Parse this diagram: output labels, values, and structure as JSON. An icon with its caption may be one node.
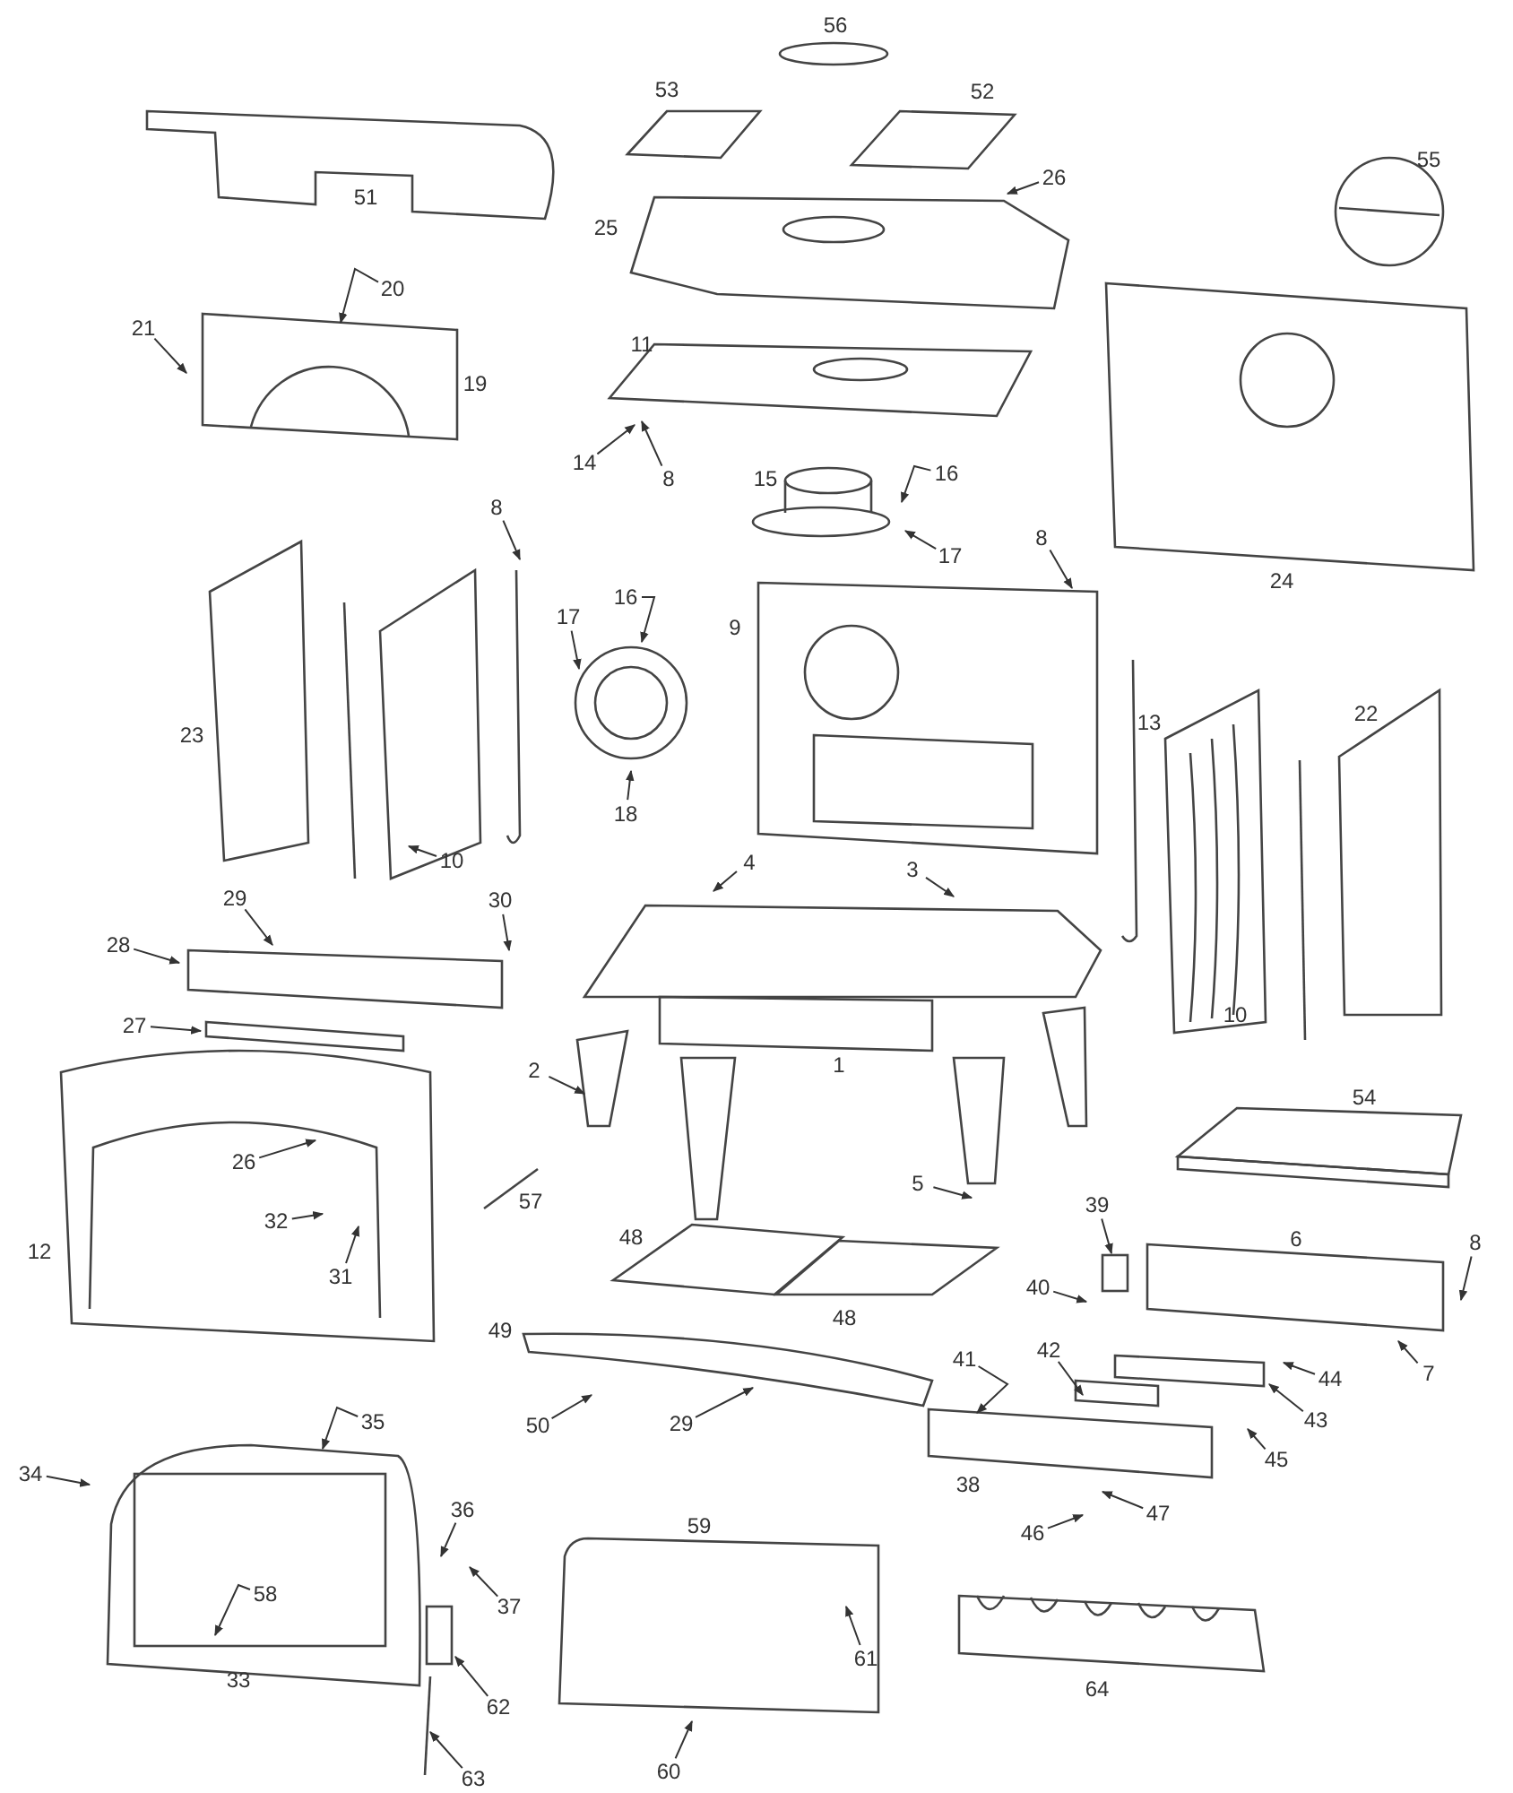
{
  "diagram": {
    "nodes": [
      {
        "text": [
          "26"
        ]
      },
      {
        "text": [
          "20"
        ]
      },
      {
        "text": [
          "21"
        ]
      },
      {
        "text": [
          "14"
        ]
      },
      {
        "text": [
          "16"
        ]
      },
      {
        "text": [
          "8"
        ]
      },
      {
        "text": [
          "8"
        ]
      },
      {
        "text": [
          "8"
        ]
      },
      {
        "text": [
          "17"
        ]
      },
      {
        "text": [
          "16"
        ]
      },
      {
        "text": [
          "17"
        ]
      },
      {
        "text": [
          "18"
        ]
      },
      {
        "text": [
          "10"
        ]
      },
      {
        "text": [
          "4"
        ]
      },
      {
        "text": [
          "3"
        ]
      },
      {
        "text": [
          "29"
        ]
      },
      {
        "text": [
          "30"
        ]
      },
      {
        "text": [
          "28"
        ]
      },
      {
        "text": [
          "27"
        ]
      },
      {
        "text": [
          "2"
        ]
      },
      {
        "text": [
          "26"
        ]
      },
      {
        "text": [
          "5"
        ]
      },
      {
        "text": [
          "39"
        ]
      },
      {
        "text": [
          "32"
        ]
      },
      {
        "text": [
          "8"
        ]
      },
      {
        "text": [
          "31"
        ]
      },
      {
        "text": [
          "40"
        ]
      },
      {
        "text": [
          "42"
        ]
      },
      {
        "text": [
          "41"
        ]
      },
      {
        "text": [
          "7"
        ]
      },
      {
        "text": [
          "44"
        ]
      },
      {
        "text": [
          "43"
        ]
      },
      {
        "text": [
          "29"
        ]
      },
      {
        "text": [
          "50"
        ]
      },
      {
        "text": [
          "35"
        ]
      },
      {
        "text": [
          "45"
        ]
      },
      {
        "text": [
          "34"
        ]
      },
      {
        "text": [
          "36"
        ]
      },
      {
        "text": [
          "47"
        ]
      },
      {
        "text": [
          "46"
        ]
      },
      {
        "text": [
          "58"
        ]
      },
      {
        "text": [
          "37"
        ]
      },
      {
        "text": [
          "61"
        ]
      },
      {
        "text": [
          "62"
        ]
      },
      {
        "text": [
          "63"
        ]
      },
      {
        "text": [
          "60"
        ]
      }
    ],
    "edges": [
      {
        "from": 0,
        "to": null,
        "arrow": "to"
      },
      {
        "from": 1,
        "to": null,
        "arrow": "to"
      },
      {
        "from": 2,
        "to": null,
        "arrow": "to"
      },
      {
        "from": 3,
        "to": null,
        "arrow": "to"
      },
      {
        "from": 4,
        "to": null,
        "arrow": "to"
      },
      {
        "from": 5,
        "to": null,
        "arrow": "to"
      },
      {
        "from": 6,
        "to": null,
        "arrow": "to"
      },
      {
        "from": 7,
        "to": null,
        "arrow": "to"
      },
      {
        "from": 8,
        "to": null,
        "arrow": "to"
      },
      {
        "from": 9,
        "to": null,
        "arrow": "to"
      },
      {
        "from": 10,
        "to": null,
        "arrow": "to"
      },
      {
        "from": 11,
        "to": null,
        "arrow": "to"
      },
      {
        "from": 12,
        "to": null,
        "arrow": "to"
      },
      {
        "from": 13,
        "to": null,
        "arrow": "to"
      },
      {
        "from": 14,
        "to": null,
        "arrow": "to"
      },
      {
        "from": 15,
        "to": null,
        "arrow": "to"
      },
      {
        "from": 16,
        "to": null,
        "arrow": "to"
      },
      {
        "from": 17,
        "to": null,
        "arrow": "to"
      },
      {
        "from": 18,
        "to": null,
        "arrow": "to"
      },
      {
        "from": 19,
        "to": null,
        "arrow": "to"
      },
      {
        "from": 20,
        "to": null,
        "arrow": "to"
      },
      {
        "from": 21,
        "to": null,
        "arrow": "to"
      },
      {
        "from": 22,
        "to": null,
        "arrow": "to"
      },
      {
        "from": 23,
        "to": null,
        "arrow": "to"
      },
      {
        "from": 24,
        "to": null,
        "arrow": "to"
      },
      {
        "from": 25,
        "to": null,
        "arrow": "to"
      },
      {
        "from": 26,
        "to": null,
        "arrow": "to"
      },
      {
        "from": 27,
        "to": null,
        "arrow": "to"
      },
      {
        "from": 28,
        "to": null,
        "arrow": "to"
      },
      {
        "from": 29,
        "to": null,
        "arrow": "to"
      },
      {
        "from": 30,
        "to": null,
        "arrow": "to"
      },
      {
        "from": 31,
        "to": null,
        "arrow": "to"
      },
      {
        "from": 32,
        "to": null,
        "arrow": "to"
      },
      {
        "from": 33,
        "to": null,
        "arrow": "to"
      },
      {
        "from": 34,
        "to": null,
        "arrow": "to"
      },
      {
        "from": 35,
        "to": null,
        "arrow": "to"
      },
      {
        "from": 36,
        "to": null,
        "arrow": "to"
      },
      {
        "from": 37,
        "to": null,
        "arrow": "to"
      },
      {
        "from": 38,
        "to": null,
        "arrow": "to"
      },
      {
        "from": 39,
        "to": null,
        "arrow": "to"
      },
      {
        "from": 40,
        "to": null,
        "arrow": "to"
      },
      {
        "from": 41,
        "to": null,
        "arrow": "to"
      },
      {
        "from": 42,
        "to": null,
        "arrow": "to"
      },
      {
        "from": 43,
        "to": null,
        "arrow": "to"
      },
      {
        "from": 44,
        "to": null,
        "arrow": "to"
      },
      {
        "from": 45,
        "to": null,
        "arrow": "to"
      }
    ],
    "labels": [
      "56",
      "53",
      "52",
      "55",
      "51",
      "25",
      "11",
      "19",
      "15",
      "24",
      "9",
      "22",
      "13",
      "23",
      "10",
      "1",
      "54",
      "57",
      "48",
      "6",
      "12",
      "48",
      "49",
      "38",
      "59",
      "33",
      "64"
    ]
  }
}
